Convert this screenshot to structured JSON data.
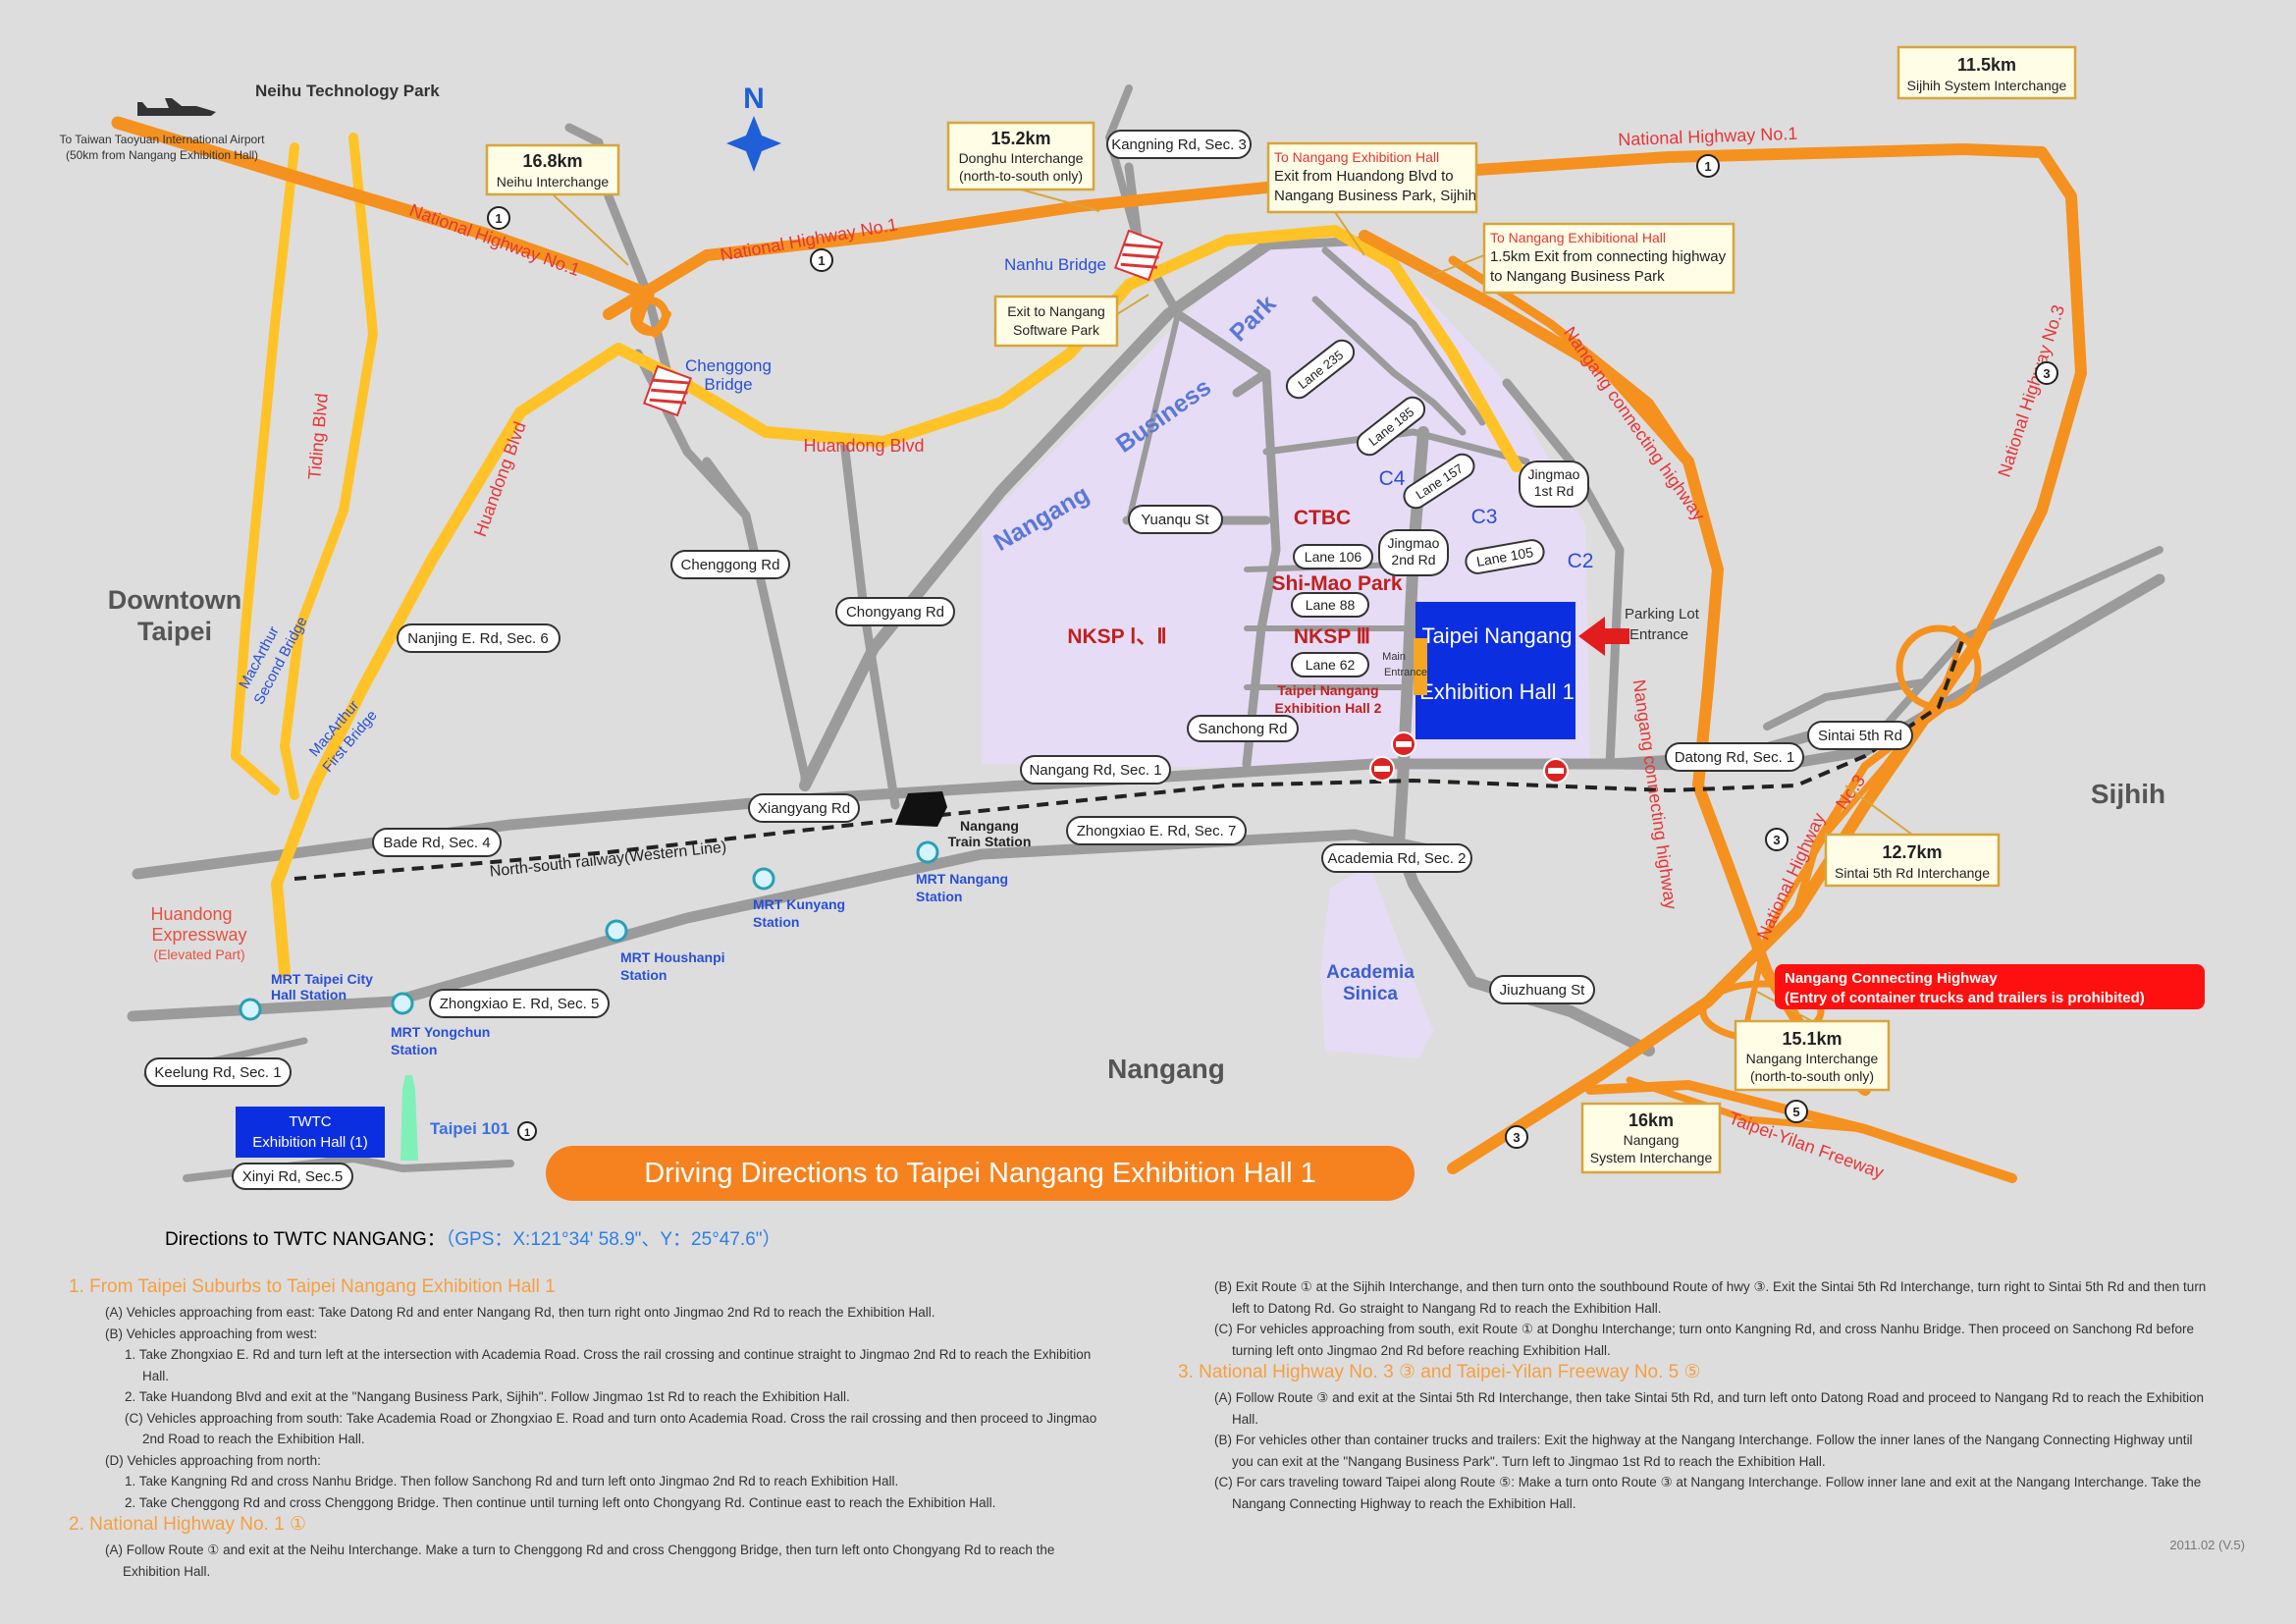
{
  "title": "Driving Directions to Taipei Nangang Exhibition Hall 1",
  "gps": {
    "label": "Directions to TWTC NANGANG：",
    "value": "（GPS：X:121°34' 58.9\"、Y：25°47.6\"）"
  },
  "version": "2011.02 (V.5)",
  "compass": "N",
  "places": {
    "neihu_park": "Neihu Technology Park",
    "airport1": "To Taiwan Taoyuan International Airport",
    "airport2": "(50km from Nangang Exhibition Hall)",
    "downtown1": "Downtown",
    "downtown2": "Taipei",
    "sijhih": "Sijhih",
    "nangang": "Nangang",
    "academia1": "Academia",
    "academia2": "Sinica",
    "nkspI": "NKSP Ⅰ、Ⅱ",
    "nkspIII": "NKSP Ⅲ",
    "ctbc": "CTBC",
    "shimao": "Shi-Mao Park",
    "c2": "C2",
    "c3": "C3",
    "c4": "C4",
    "nbp1": "Nangang",
    "nbp2": "Business",
    "nbp3": "Park",
    "hall1a": "Taipei  Nangang",
    "hall1b": "Exhibition Hall 1",
    "hall2a": "Taipei Nangang",
    "hall2b": "Exhibition Hall 2",
    "main_entrance1": "Main",
    "main_entrance2": "Entrance",
    "parking1": "Parking Lot",
    "parking2": "Entrance",
    "twtc1": "TWTC",
    "twtc2": "Exhibition Hall (1)",
    "taipei101": "Taipei 101",
    "nangang_train1": "Nangang",
    "nangang_train2": "Train Station",
    "railway": "North-south railway(Western Line)",
    "huandong_exp1": "Huandong",
    "huandong_exp2": "Expressway",
    "huandong_exp3": "(Elevated Part)",
    "nanhu_bridge": "Nanhu Bridge",
    "chenggong_bridge1": "Chenggong",
    "chenggong_bridge2": "Bridge",
    "macarthur2a": "MacArthur",
    "macarthur2b": "Second Bridge",
    "macarthur1a": "MacArthur",
    "macarthur1b": "First Bridge"
  },
  "roads": {
    "nh1_a": "National Highway No.1",
    "nh1_b": "National Highway No.1",
    "nh1_c": "National Highway No.1",
    "nh3": "National Highway No.3",
    "ngch_a": "Nangang connecting highway",
    "ngch_b": "Nangang connecting highway",
    "tyf": "Taipei-Yilan Freeway",
    "nh3_short": "No.3",
    "nh3_south": "National Highway",
    "huandong_blvd_n": "Huandong Blvd",
    "huandong_blvd_w": "Huandong Blvd",
    "tiding": "Tiding Blvd"
  },
  "road_labels": {
    "kangning": "Kangning Rd, Sec. 3",
    "chenggong": "Chenggong Rd",
    "chongyang": "Chongyang Rd",
    "nanjing": "Nanjing E. Rd, Sec. 6",
    "yuanqu": "Yuanqu St",
    "lane235": "Lane 235",
    "lane185": "Lane 185",
    "lane157": "Lane 157",
    "jingmao1": "Jingmao",
    "jingmao1b": "1st Rd",
    "jingmao2": "Jingmao",
    "jingmao2b": "2nd Rd",
    "lane106": "Lane 106",
    "lane105": "Lane 105",
    "lane88": "Lane 88",
    "lane62": "Lane 62",
    "sanchong": "Sanchong Rd",
    "nangang_rd": "Nangang Rd, Sec. 1",
    "datong": "Datong Rd, Sec. 1",
    "sintai": "Sintai 5th Rd",
    "xiangyang": "Xiangyang Rd",
    "bade": "Bade Rd, Sec. 4",
    "zhongxiao7": "Zhongxiao E. Rd, Sec. 7",
    "zhongxiao5": "Zhongxiao E. Rd, Sec. 5",
    "academia_rd": "Academia Rd, Sec. 2",
    "jiuzhuang": "Jiuzhuang St",
    "keelung": "Keelung Rd, Sec. 1",
    "xinyi": "Xinyi Rd, Sec.5"
  },
  "mrt": {
    "taipei_city1": "MRT Taipei City",
    "taipei_city2": "Hall Station",
    "yongchun1": "MRT Yongchun",
    "yongchun2": "Station",
    "houshanpi1": "MRT Houshanpi",
    "houshanpi2": "Station",
    "kunyang1": "MRT Kunyang",
    "kunyang2": "Station",
    "nangang1": "MRT Nangang",
    "nangang2": "Station"
  },
  "interchanges": {
    "neihu": {
      "km": "16.8km",
      "name": "Neihu Interchange"
    },
    "donghu": {
      "km": "15.2km",
      "name": "Donghu Interchange",
      "note": "(north-to-south only)"
    },
    "sijhih": {
      "km": "11.5km",
      "name": "Sijhih System Interchange"
    },
    "sintai": {
      "km": "12.7km",
      "name": "Sintai 5th Rd Interchange"
    },
    "nangang": {
      "km": "15.1km",
      "name": "Nangang Interchange",
      "note": "(north-to-south only)"
    },
    "nangang_sys": {
      "km": "16km",
      "name1": "Nangang",
      "name2": "System Interchange"
    }
  },
  "notes": {
    "exit1_title": "To Nangang Exhibition Hall",
    "exit1_l1": "Exit from Huandong Blvd to",
    "exit1_l2": "Nangang Business Park, Sijhih",
    "exit2_title": "To Nangang Exhibitional Hall",
    "exit2_l1": "1.5km Exit from connecting highway",
    "exit2_l2": "to Nangang Business Park",
    "software1": "Exit to Nangang",
    "software2": "Software Park",
    "warn1": "Nangang Connecting Highway",
    "warn2": "(Entry of container trucks and trailers is prohibited)"
  },
  "shields": {
    "one": "1",
    "three": "3",
    "five": "5"
  },
  "directions": {
    "s1_title": "1. From Taipei Suburbs to Taipei Nangang Exhibition Hall 1",
    "s1_a": "(A) Vehicles approaching from east: Take Datong Rd and enter Nangang Rd, then turn right onto Jingmao 2nd Rd to reach the Exhibition Hall.",
    "s1_b": "(B) Vehicles approaching from west:",
    "s1_b1": "1. Take Zhongxiao E. Rd and turn left at the intersection with Academia Road. Cross the rail crossing and continue straight to Jingmao 2nd Rd to reach the Exhibition Hall.",
    "s1_b2": "2. Take Huandong Blvd and exit at the \"Nangang Business Park, Sijhih\". Follow Jingmao 1st Rd to reach the Exhibition Hall.",
    "s1_c": "(C) Vehicles approaching from south: Take Academia Road or Zhongxiao E. Road and turn onto Academia Road. Cross the rail crossing and then proceed to Jingmao 2nd Road to reach the Exhibition Hall.",
    "s1_d": "(D) Vehicles approaching from north:",
    "s1_d1": "1. Take Kangning Rd and cross Nanhu Bridge. Then follow Sanchong Rd and turn left onto Jingmao 2nd Rd to reach Exhibition Hall.",
    "s1_d2": "2. Take Chenggong Rd and cross Chenggong Bridge. Then continue until turning left onto Chongyang Rd. Continue east to reach the Exhibition Hall.",
    "s2_title": "2. National Highway No. 1 ①",
    "s2_a": "(A) Follow Route ① and exit at the Neihu Interchange. Make a turn to Chenggong Rd and cross Chenggong Bridge, then turn left onto Chongyang Rd to reach the Exhibition Hall.",
    "s2_b": "(B) Exit Route ① at the Sijhih Interchange, and then turn onto the southbound Route of hwy ③. Exit the Sintai 5th Rd Interchange, turn right to Sintai 5th Rd and then turn left to Datong Rd. Go straight to Nangang Rd to reach the Exhibition Hall.",
    "s2_c": "(C) For vehicles approaching from south, exit Route ① at Donghu Interchange; turn onto Kangning Rd, and cross Nanhu Bridge. Then proceed on Sanchong Rd before turning left onto Jingmao 2nd Rd before reaching Exhibition Hall.",
    "s3_title": "3. National Highway No. 3 ③ and Taipei-Yilan Freeway No. 5 ⑤",
    "s3_a": "(A) Follow Route ③ and exit at the Sintai 5th Rd Interchange, then take Sintai 5th Rd, and turn left onto Datong Road and proceed to Nangang Rd to reach the Exhibition Hall.",
    "s3_b": "(B) For vehicles other than container trucks and trailers: Exit the highway at the Nangang Interchange. Follow the inner lanes of the Nangang Connecting Highway until you can exit at the \"Nangang Business Park\". Turn left to Jingmao 1st Rd to reach the Exhibition Hall.",
    "s3_c": "(C) For cars traveling toward Taipei along Route ⑤: Make a turn onto Route ③ at Nangang Interchange. Follow inner lane and exit at the Nangang Interchange. Take the Nangang Connecting Highway to reach the Exhibition Hall."
  },
  "colors": {
    "highway": "#f5911e",
    "boulevard": "#ffc328",
    "road": "#9a9a9a",
    "park": "#e6dcf5",
    "hall": "#0b2fe0",
    "label_red": "#e53636",
    "label_blue": "#2a4fd6",
    "banner": "#f5821f",
    "warning": "#ff1010"
  }
}
